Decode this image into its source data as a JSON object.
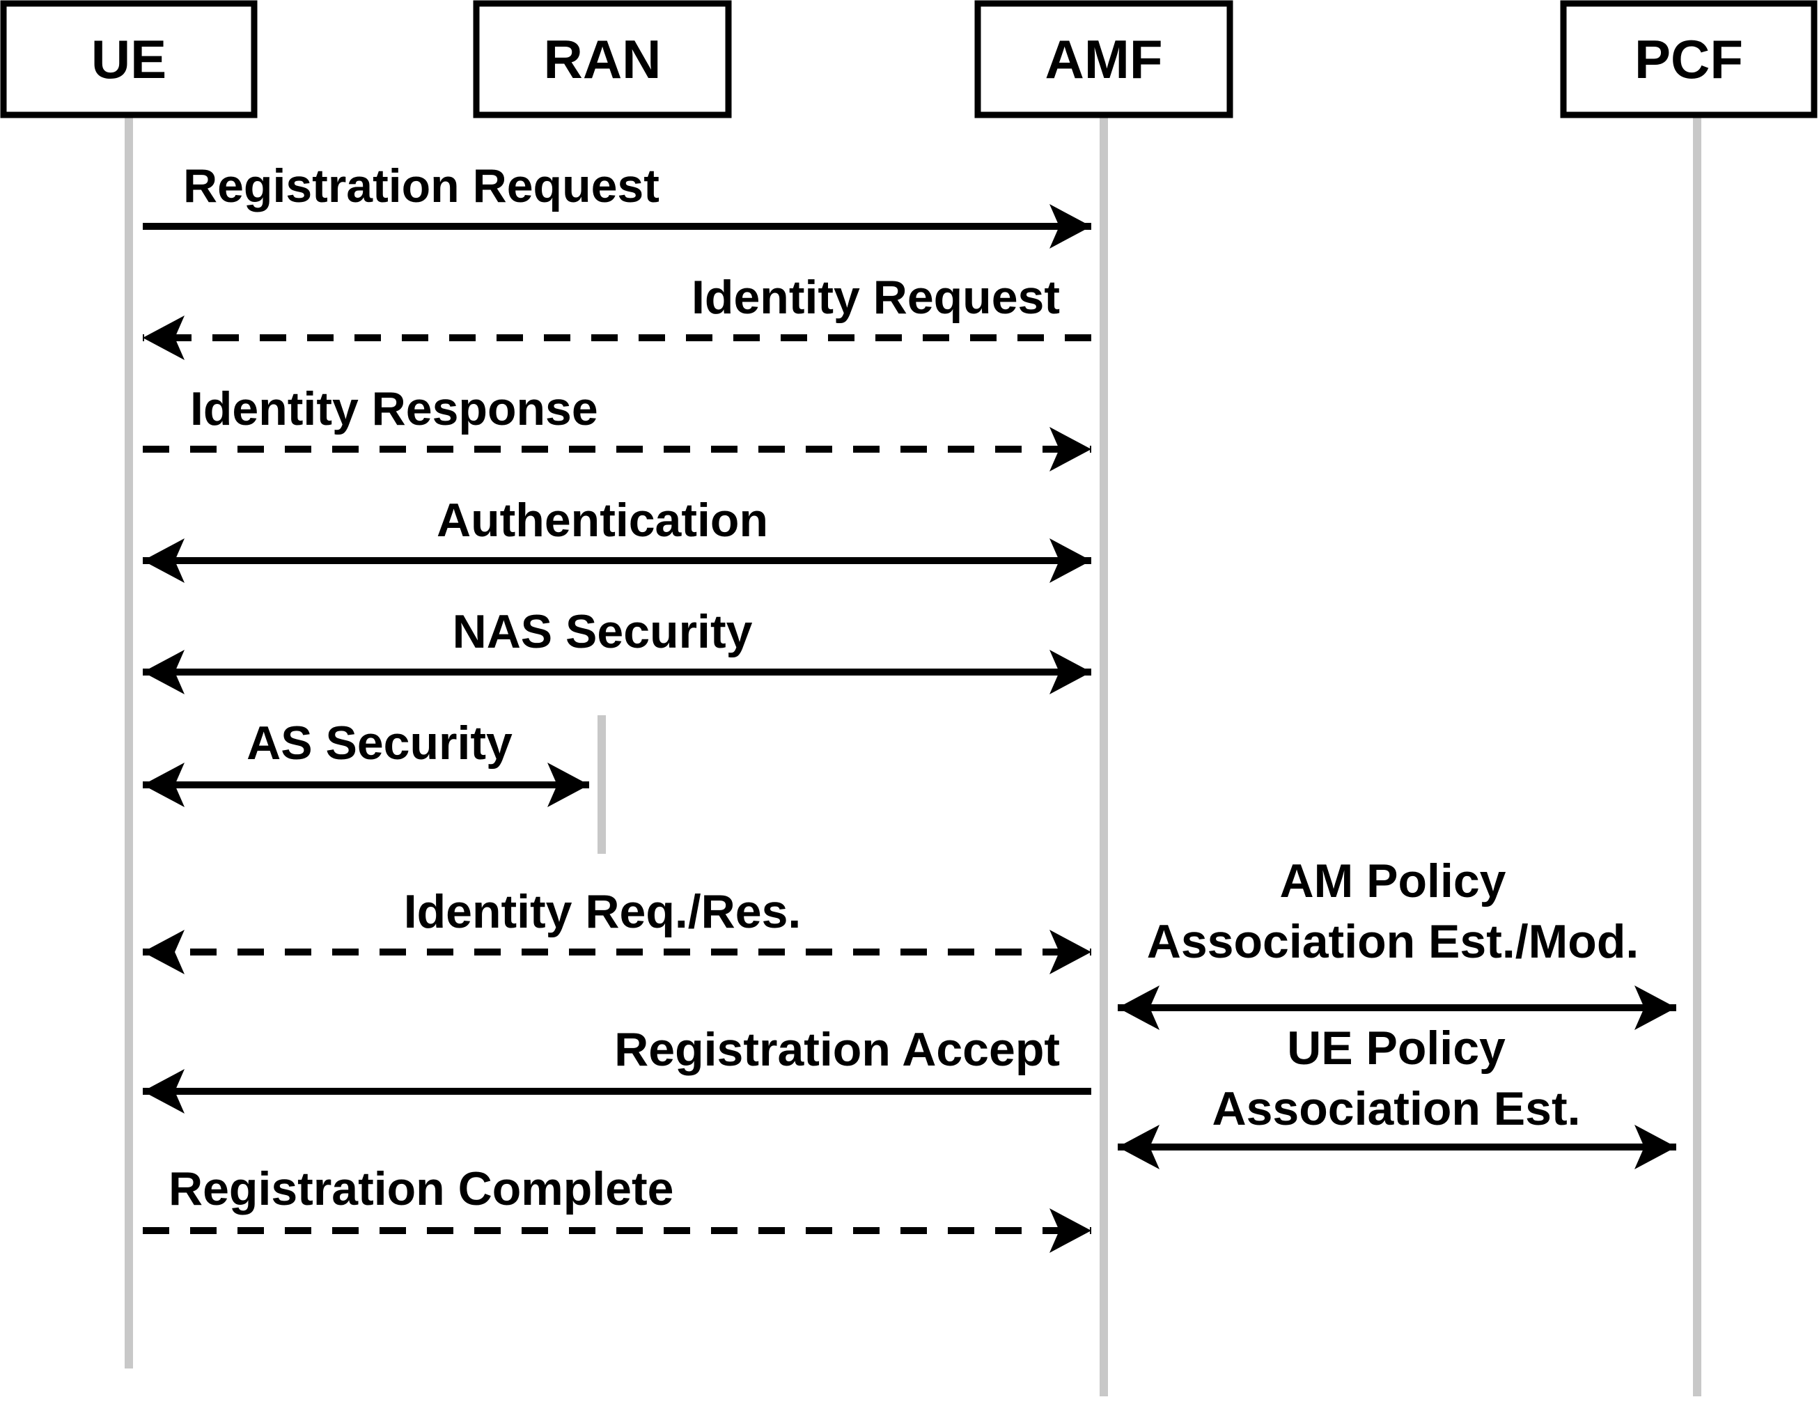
{
  "colors": {
    "ink": "#000000",
    "lifeline": "#c8c8c8",
    "background": "#ffffff"
  },
  "entities": [
    {
      "id": "ue",
      "label": "UE"
    },
    {
      "id": "ran",
      "label": "RAN"
    },
    {
      "id": "amf",
      "label": "AMF"
    },
    {
      "id": "pcf",
      "label": "PCF"
    }
  ],
  "messages": [
    {
      "id": "registration-request",
      "label": "Registration Request",
      "from": "ue",
      "to": "amf",
      "style": "solid",
      "direction": "forward"
    },
    {
      "id": "identity-request",
      "label": "Identity Request",
      "from": "amf",
      "to": "ue",
      "style": "dashed",
      "direction": "forward"
    },
    {
      "id": "identity-response",
      "label": "Identity Response",
      "from": "ue",
      "to": "amf",
      "style": "dashed",
      "direction": "forward"
    },
    {
      "id": "authentication",
      "label": "Authentication",
      "from": "ue",
      "to": "amf",
      "style": "solid",
      "direction": "both"
    },
    {
      "id": "nas-security",
      "label": "NAS Security",
      "from": "ue",
      "to": "amf",
      "style": "solid",
      "direction": "both"
    },
    {
      "id": "as-security",
      "label": "AS Security",
      "from": "ue",
      "to": "ran",
      "style": "solid",
      "direction": "both"
    },
    {
      "id": "identity-req-res",
      "label": "Identity Req./Res.",
      "from": "ue",
      "to": "amf",
      "style": "dashed",
      "direction": "both"
    },
    {
      "id": "am-policy",
      "label_lines": [
        "AM Policy",
        "Association Est./Mod."
      ],
      "from": "amf",
      "to": "pcf",
      "style": "solid",
      "direction": "both"
    },
    {
      "id": "registration-accept",
      "label": "Registration Accept",
      "from": "amf",
      "to": "ue",
      "style": "solid",
      "direction": "forward"
    },
    {
      "id": "ue-policy",
      "label_lines": [
        "UE Policy",
        "Association Est."
      ],
      "from": "amf",
      "to": "pcf",
      "style": "solid",
      "direction": "both"
    },
    {
      "id": "registration-complete",
      "label": "Registration Complete",
      "from": "ue",
      "to": "amf",
      "style": "dashed",
      "direction": "forward"
    }
  ]
}
